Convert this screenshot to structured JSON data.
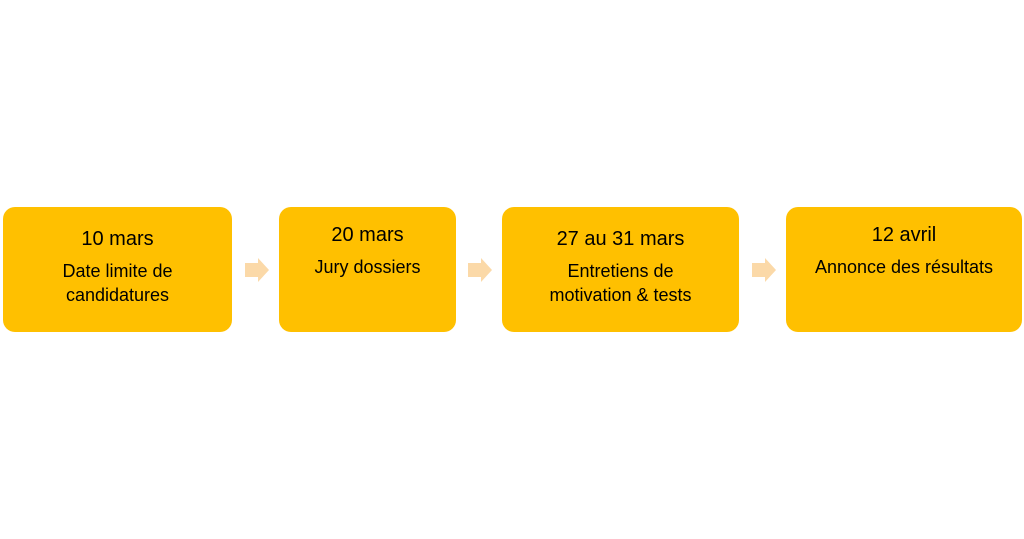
{
  "colors": {
    "box_fill": "#FFC000",
    "arrow_fill": "#FBD9A8",
    "text": "#000000"
  },
  "steps": [
    {
      "date": "10 mars",
      "desc_line1": "Date limite de",
      "desc_line2": "candidatures"
    },
    {
      "date": "20 mars",
      "desc_line1": "Jury dossiers",
      "desc_line2": ""
    },
    {
      "date": "27 au 31 mars",
      "desc_line1": "Entretiens de",
      "desc_line2": "motivation & tests"
    },
    {
      "date": "12 avril",
      "desc_line1": "Annonce des résultats",
      "desc_line2": ""
    }
  ],
  "arrows": [
    {
      "icon": "chevron-right-arrow-icon"
    },
    {
      "icon": "chevron-right-arrow-icon"
    },
    {
      "icon": "chevron-right-arrow-icon"
    }
  ]
}
